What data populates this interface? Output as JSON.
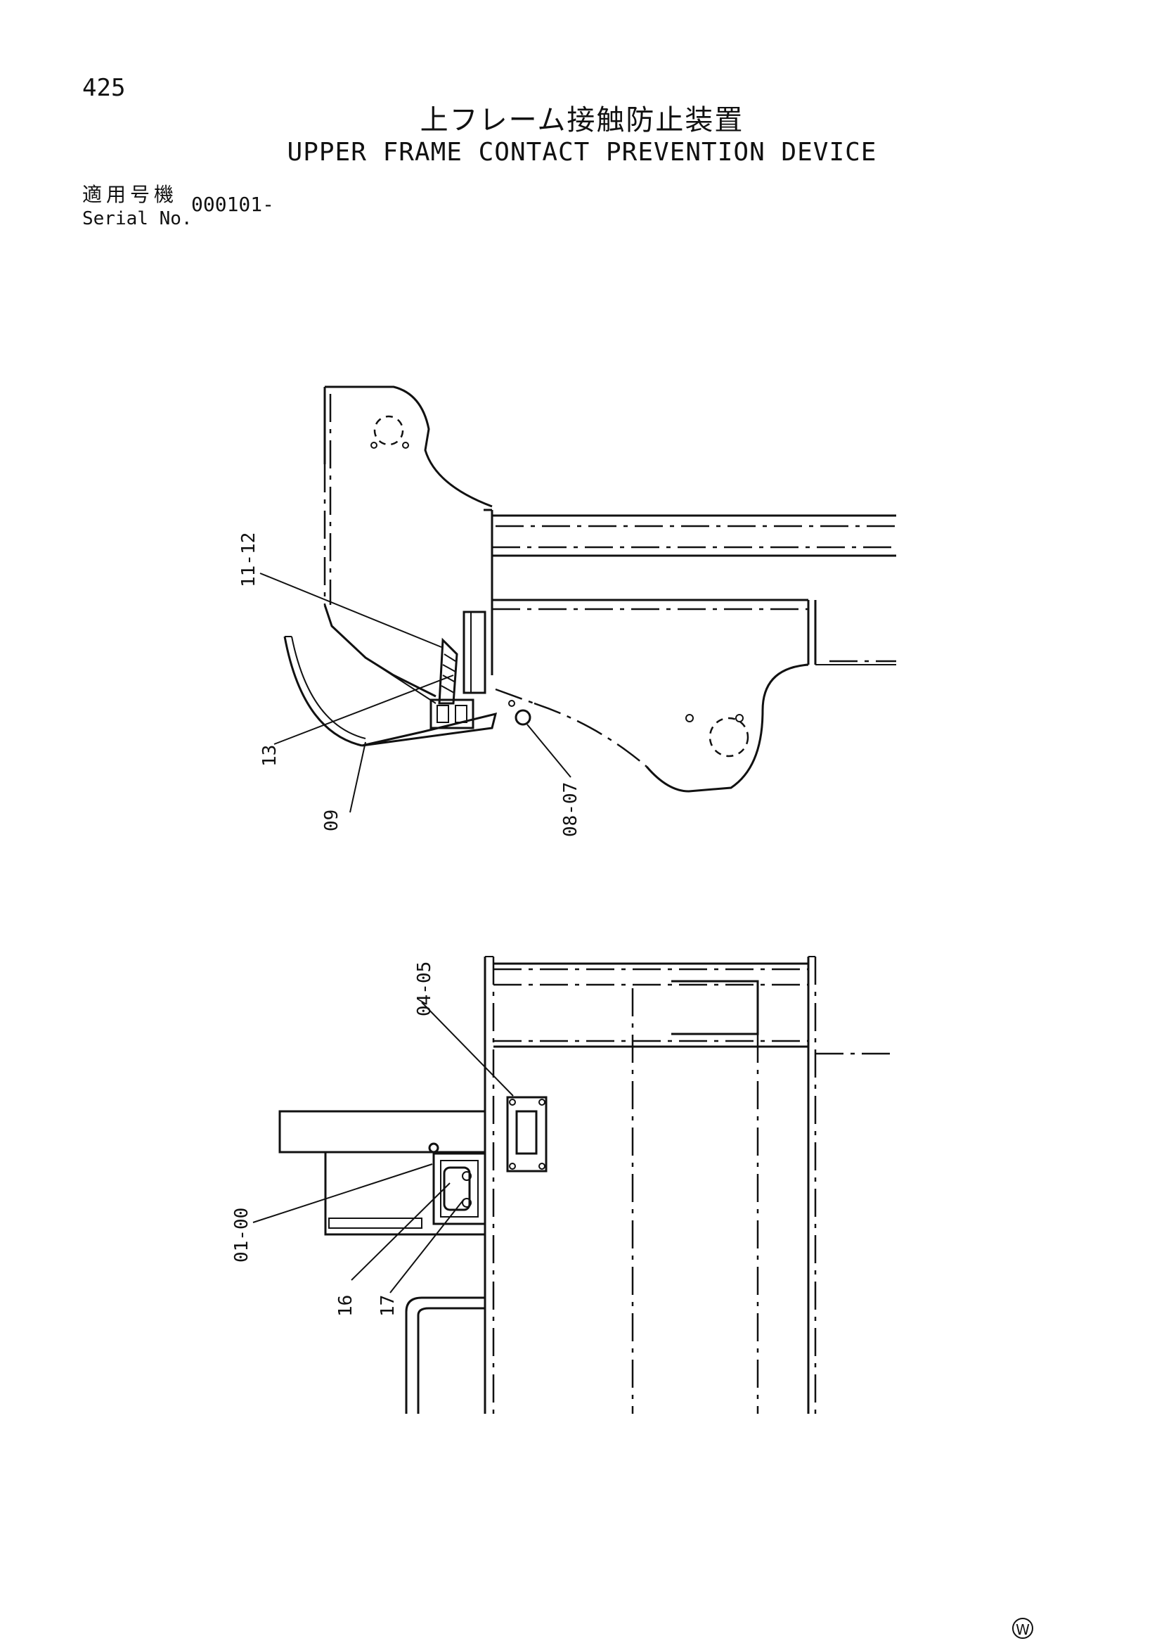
{
  "header": {
    "page_number": "425",
    "title_jp": "上フレーム接触防止装置",
    "title_en": "UPPER FRAME CONTACT PREVENTION DEVICE",
    "serial_label_jp": "適用号機",
    "serial_label_en": "Serial No.",
    "serial_value": "000101-"
  },
  "callouts": {
    "c1": "11-12",
    "c2": "13",
    "c3": "09",
    "c4": "08-07",
    "c5": "04-05",
    "c6": "01-00",
    "c7": "16",
    "c8": "17"
  },
  "footer": {
    "mark": "W"
  }
}
